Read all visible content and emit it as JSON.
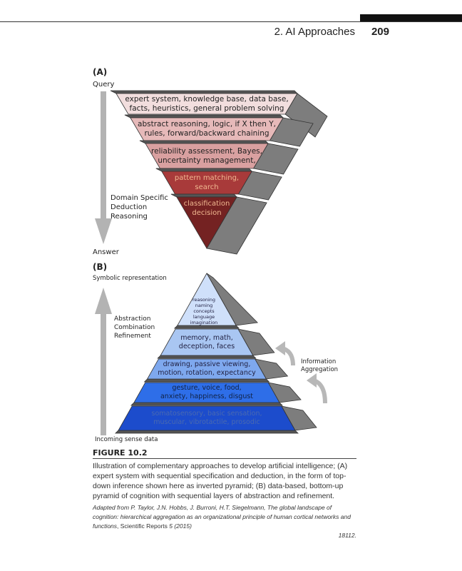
{
  "header": {
    "chapter": "2. AI Approaches",
    "page_number": "209"
  },
  "figure": {
    "panel_a": {
      "label": "(A)",
      "top_label": "Query",
      "bottom_label": "Answer",
      "side_label": [
        "Domain Specific",
        "Deduction",
        "Reasoning"
      ],
      "layers": [
        {
          "lines": [
            "expert system, knowledge base, data base,",
            "facts, heuristics, general problem solving"
          ],
          "color": "#f2dede",
          "text_color": "#222222"
        },
        {
          "lines": [
            "abstract reasoning, logic, if X then Y,",
            "rules, forward/backward chaining"
          ],
          "color": "#e6b9b9",
          "text_color": "#222222"
        },
        {
          "lines": [
            "reliability assessment, Bayes,",
            "uncertainty management,"
          ],
          "color": "#d9a0a0",
          "text_color": "#222222"
        },
        {
          "lines": [
            "pattern matching,",
            "search"
          ],
          "color": "#a83a3a",
          "text_color": "#f0b890"
        },
        {
          "lines": [
            "classification",
            "decision"
          ],
          "color": "#742222",
          "text_color": "#f0b890"
        }
      ]
    },
    "panel_b": {
      "label": "(B)",
      "top_label": "Symbolic representation",
      "bottom_label": "Incoming sense data",
      "side_label": [
        "Abstraction",
        "Combination",
        "Refinement"
      ],
      "right_label": [
        "Information",
        "Aggregation"
      ],
      "layers": [
        {
          "lines": [
            "reasoning",
            "naming",
            "concepts",
            "language",
            "imagination"
          ],
          "color": "#cfe0fa",
          "text_color": "#222244"
        },
        {
          "lines": [
            "memory, math,",
            "deception, faces"
          ],
          "color": "#a9c6f2",
          "text_color": "#222244"
        },
        {
          "lines": [
            "drawing, passive viewing,",
            "motion, rotation, expectancy"
          ],
          "color": "#7ea8ee",
          "text_color": "#222244"
        },
        {
          "lines": [
            "gesture, voice, food,",
            "anxiety, happiness, disgust"
          ],
          "color": "#2e6ee8",
          "text_color": "#112244"
        },
        {
          "lines": [
            "somatosensory, basic sensation,",
            "muscular, vibrotactile, prosodic"
          ],
          "color": "#1c4ccc",
          "text_color": "#4a6ab0"
        }
      ]
    },
    "label": "FIGURE 10.2",
    "caption": "Illustration of complementary approaches to develop artificial intelligence; (A) expert system with sequential specification and deduction, in the form of top-down inference shown here as inverted pyramid; (B) data-based, bottom-up pyramid of cognition with sequential layers of abstraction and refinement.",
    "credit_prefix": "Adapted from P. Taylor, J.N. Hobbs, J. Burroni, H.T. Siegelmann, ",
    "credit_title": "The global landscape of cognition: hierarchical aggregation as an organizational principle of human cortical networks and functions",
    "credit_journal": ", Scientific Reports ",
    "credit_volume": "5 (2015)",
    "credit_article": "18112."
  }
}
